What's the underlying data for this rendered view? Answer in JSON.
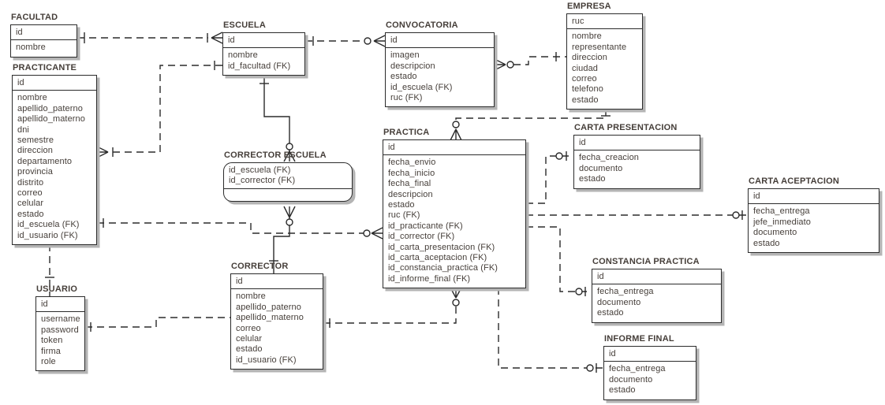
{
  "diagram": {
    "kind": "entity-relationship-diagram",
    "line_color": "#2b2b2b",
    "text_color": "#453e39",
    "entities": 13,
    "notation": "crow-foot"
  },
  "entities": {
    "facultad": {
      "title": "FACULTAD",
      "pk": [
        "id"
      ],
      "attrs": [
        "nombre"
      ]
    },
    "escuela": {
      "title": "ESCUELA",
      "pk": [
        "id"
      ],
      "attrs": [
        "nombre",
        "id_facultad (FK)"
      ]
    },
    "practicante": {
      "title": "PRACTICANTE",
      "pk": [
        "id"
      ],
      "attrs": [
        "nombre",
        "apellido_paterno",
        "apellido_materno",
        "dni",
        "semestre",
        "direccion",
        "departamento",
        "provincia",
        "distrito",
        "correo",
        "celular",
        "estado",
        "id_escuela (FK)",
        "id_usuario (FK)"
      ]
    },
    "convocatoria": {
      "title": "CONVOCATORIA",
      "pk": [
        "id"
      ],
      "attrs": [
        "imagen",
        "descripcion",
        "estado",
        "id_escuela (FK)",
        "ruc (FK)"
      ]
    },
    "empresa": {
      "title": "EMPRESA",
      "pk": [
        "ruc"
      ],
      "attrs": [
        "nombre",
        "representante",
        "direccion",
        "ciudad",
        "correo",
        "telefono",
        "estado"
      ]
    },
    "corrector_escuela": {
      "title": "CORRECTOR ESCUELA",
      "pk": [
        "id_escuela (FK)",
        "id_corrector (FK)"
      ],
      "attrs": []
    },
    "practica": {
      "title": "PRACTICA",
      "pk": [
        "id"
      ],
      "attrs": [
        "fecha_envio",
        "fecha_inicio",
        "fecha_final",
        "descripcion",
        "estado",
        "ruc (FK)",
        "id_practicante (FK)",
        "id_corrector (FK)",
        "id_carta_presentacion (FK)",
        "id_carta_aceptacion (FK)",
        "id_constancia_practica (FK)",
        "id_informe_final (FK)"
      ]
    },
    "carta_presentacion": {
      "title": "CARTA PRESENTACION",
      "pk": [
        "id"
      ],
      "attrs": [
        "fecha_creacion",
        "documento",
        "estado"
      ]
    },
    "carta_aceptacion": {
      "title": "CARTA ACEPTACION",
      "pk": [
        "id"
      ],
      "attrs": [
        "fecha_entrega",
        "jefe_inmediato",
        "documento",
        "estado"
      ]
    },
    "constancia_practica": {
      "title": "CONSTANCIA PRACTICA",
      "pk": [
        "id"
      ],
      "attrs": [
        "fecha_entrega",
        "documento",
        "estado"
      ]
    },
    "corrector": {
      "title": "CORRECTOR",
      "pk": [
        "id"
      ],
      "attrs": [
        "nombre",
        "apellido_paterno",
        "apellido_materno",
        "correo",
        "celular",
        "estado",
        "id_usuario (FK)"
      ]
    },
    "usuario": {
      "title": "USUARIO",
      "pk": [
        "id"
      ],
      "attrs": [
        "username",
        "password",
        "token",
        "firma",
        "role"
      ]
    },
    "informe_final": {
      "title": "INFORME FINAL",
      "pk": [
        "id"
      ],
      "attrs": [
        "fecha_entrega",
        "documento",
        "estado"
      ]
    }
  },
  "relationships": [
    {
      "from": "FACULTAD",
      "to": "ESCUELA",
      "from_card": "one",
      "to_card": "many",
      "line": "dashed"
    },
    {
      "from": "ESCUELA",
      "to": "CONVOCATORIA",
      "from_card": "one",
      "to_card": "zero-or-many",
      "line": "dashed"
    },
    {
      "from": "EMPRESA",
      "to": "CONVOCATORIA",
      "from_card": "one",
      "to_card": "zero-or-many",
      "line": "dashed"
    },
    {
      "from": "ESCUELA",
      "to": "PRACTICANTE",
      "from_card": "one",
      "to_card": "many",
      "line": "dashed"
    },
    {
      "from": "ESCUELA",
      "to": "CORRECTOR ESCUELA",
      "from_card": "one",
      "to_card": "zero-or-many",
      "line": "solid"
    },
    {
      "from": "CORRECTOR",
      "to": "CORRECTOR ESCUELA",
      "from_card": "one",
      "to_card": "zero-or-many",
      "line": "solid"
    },
    {
      "from": "USUARIO",
      "to": "CORRECTOR",
      "from_card": "one",
      "to_card": "one",
      "line": "dashed"
    },
    {
      "from": "USUARIO",
      "to": "PRACTICANTE",
      "from_card": "one",
      "to_card": "one",
      "line": "dashed"
    },
    {
      "from": "PRACTICANTE",
      "to": "PRACTICA",
      "from_card": "one",
      "to_card": "zero-or-many",
      "line": "dashed"
    },
    {
      "from": "EMPRESA",
      "to": "PRACTICA",
      "from_card": "one",
      "to_card": "zero-or-many",
      "line": "dashed"
    },
    {
      "from": "CORRECTOR",
      "to": "PRACTICA",
      "from_card": "one",
      "to_card": "zero-or-many",
      "line": "dashed"
    },
    {
      "from": "PRACTICA",
      "to": "CARTA PRESENTACION",
      "from_card": "one",
      "to_card": "zero-or-one",
      "line": "dashed"
    },
    {
      "from": "PRACTICA",
      "to": "CARTA ACEPTACION",
      "from_card": "one",
      "to_card": "zero-or-one",
      "line": "dashed"
    },
    {
      "from": "PRACTICA",
      "to": "CONSTANCIA PRACTICA",
      "from_card": "one",
      "to_card": "zero-or-one",
      "line": "dashed"
    },
    {
      "from": "PRACTICA",
      "to": "INFORME FINAL",
      "from_card": "one",
      "to_card": "zero-or-one",
      "line": "dashed"
    }
  ]
}
